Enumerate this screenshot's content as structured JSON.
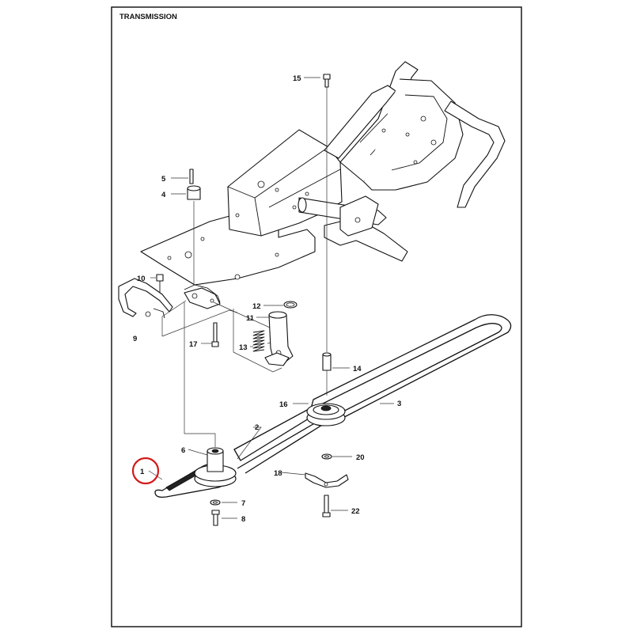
{
  "diagram": {
    "title": "TRANSMISSION",
    "highlight_color": "#d21a1a",
    "highlighted_callout": "1",
    "callouts": {
      "c1": "1",
      "c2": "2",
      "c3": "3",
      "c4": "4",
      "c5": "5",
      "c6": "6",
      "c7": "7",
      "c8": "8",
      "c9": "9",
      "c10": "10",
      "c11": "11",
      "c12": "12",
      "c13": "13",
      "c14": "14",
      "c15": "15",
      "c16": "16",
      "c17": "17",
      "c18": "18",
      "c20": "20",
      "c22": "22"
    }
  }
}
